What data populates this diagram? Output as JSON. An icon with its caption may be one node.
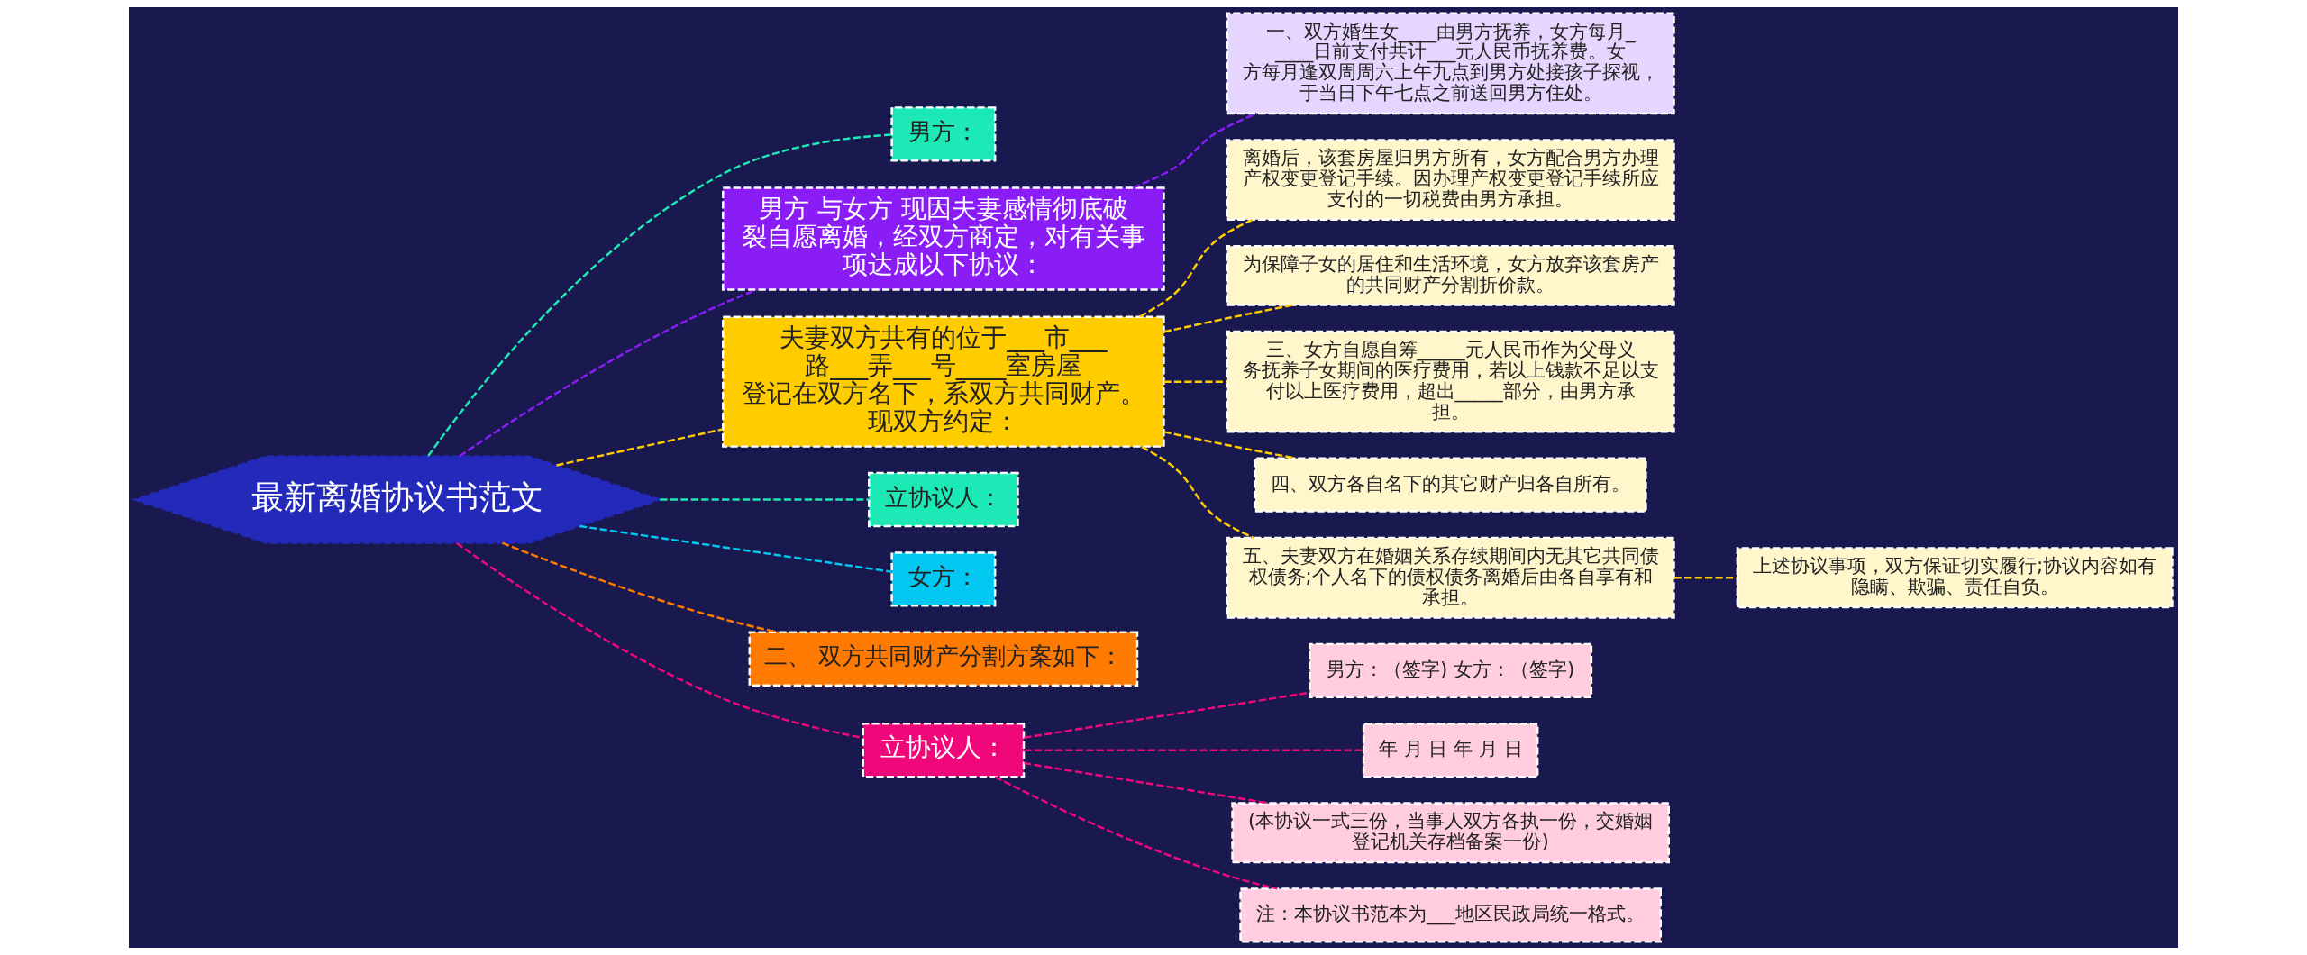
{
  "diagram": {
    "nodes": [
      {
        "text": [
          "最新离婚协议书范文"
        ]
      },
      {
        "text": [
          "男方："
        ]
      },
      {
        "text": [
          "男方 与女方 现因夫妻感情彻底破裂自愿离婚，经双方商定，对有关事项达成以下协议："
        ]
      },
      {
        "text": [
          "一、双方婚生女____由男方抚养，女方每月_____日前支付共计___元人民币抚养费。女方每月逢双周周六上午九点到男方处接孩子探视，于当日下午七点之前送回男方住处。"
        ]
      },
      {
        "text": [
          "夫妻双方共有的位于___市___路___弄___号____室房屋登记在双方名下，系双方共同财产。现双方约定："
        ]
      },
      {
        "text": [
          "离婚后，该套房屋归男方所有，女方配合男方办理产权变更登记手续。因办理产权变更登记手续所应支付的一切税费由男方承担。"
        ]
      },
      {
        "text": [
          "为保障子女的居住和生活环境，女方放弃该套房产的共同财产分割折价款。"
        ]
      },
      {
        "text": [
          "三、女方自愿自筹_____元人民币作为父母义务抚养子女期间的医疗费用，若以上钱款不足以支付以上医疗费用，超出_____部分，由男方承担。"
        ]
      },
      {
        "text": [
          "四、双方各自名下的其它财产归各自所有。"
        ]
      },
      {
        "text": [
          "五、夫妻双方在婚姻关系存续期间内无其它共同债权债务;个人名下的债权债务离婚后由各自享有和承担。"
        ]
      },
      {
        "text": [
          "上述协议事项，双方保证切实履行;协议内容如有隐瞒、欺骗、责任自负。"
        ]
      },
      {
        "text": [
          "立协议人："
        ]
      },
      {
        "text": [
          "女方："
        ]
      },
      {
        "text": [
          "二、 双方共同财产分割方案如下："
        ]
      },
      {
        "text": [
          "立协议人："
        ]
      },
      {
        "text": [
          "男方：（签字) 女方：（签字)"
        ]
      },
      {
        "text": [
          "年 月 日 年 月 日"
        ]
      },
      {
        "text": [
          "(本协议一式三份，当事人双方各执一份，交婚姻登记机关存档备案一份)"
        ]
      },
      {
        "text": [
          "注：本协议书范本为___地区民政局统一格式。"
        ]
      }
    ],
    "edges": [
      {
        "from": 0,
        "to": 1,
        "arrow": "none",
        "style": "dashed",
        "color": "#1de9b6"
      },
      {
        "from": 0,
        "to": 2,
        "arrow": "none",
        "style": "dashed",
        "color": "#8a1cf5"
      },
      {
        "from": 2,
        "to": 3,
        "arrow": "none",
        "style": "dashed",
        "color": "#8a1cf5"
      },
      {
        "from": 0,
        "to": 4,
        "arrow": "none",
        "style": "dashed"
      },
      {
        "from": 4,
        "to": 5,
        "arrow": "none",
        "style": "dashed"
      },
      {
        "from": 4,
        "to": 6,
        "arrow": "none",
        "style": "dashed"
      },
      {
        "from": 4,
        "to": 7,
        "arrow": "none",
        "style": "dashed"
      },
      {
        "from": 4,
        "to": 8,
        "arrow": "none",
        "style": "dashed"
      },
      {
        "from": 4,
        "to": 9,
        "arrow": "none",
        "style": "dashed"
      },
      {
        "from": 9,
        "to": 10,
        "arrow": "none",
        "style": "dashed"
      },
      {
        "from": 0,
        "to": 11,
        "arrow": "none",
        "style": "dashed",
        "color": "#1de9b6"
      },
      {
        "from": 0,
        "to": 12,
        "arrow": "none",
        "style": "dashed",
        "color": "#00c8f0"
      },
      {
        "from": 0,
        "to": 13,
        "arrow": "none",
        "style": "dashed",
        "color": "#ff7a00"
      },
      {
        "from": 0,
        "to": 14,
        "arrow": "none",
        "style": "dashed",
        "color": "#f0087a"
      },
      {
        "from": 14,
        "to": 15,
        "arrow": "none",
        "style": "dashed",
        "color": "#f0087a"
      },
      {
        "from": 14,
        "to": 16,
        "arrow": "none",
        "style": "dashed",
        "color": "#f0087a"
      },
      {
        "from": 14,
        "to": 17,
        "arrow": "none",
        "style": "dashed",
        "color": "#f0087a"
      },
      {
        "from": 14,
        "to": 18,
        "arrow": "none",
        "style": "dashed",
        "color": "#f0087a"
      }
    ]
  }
}
